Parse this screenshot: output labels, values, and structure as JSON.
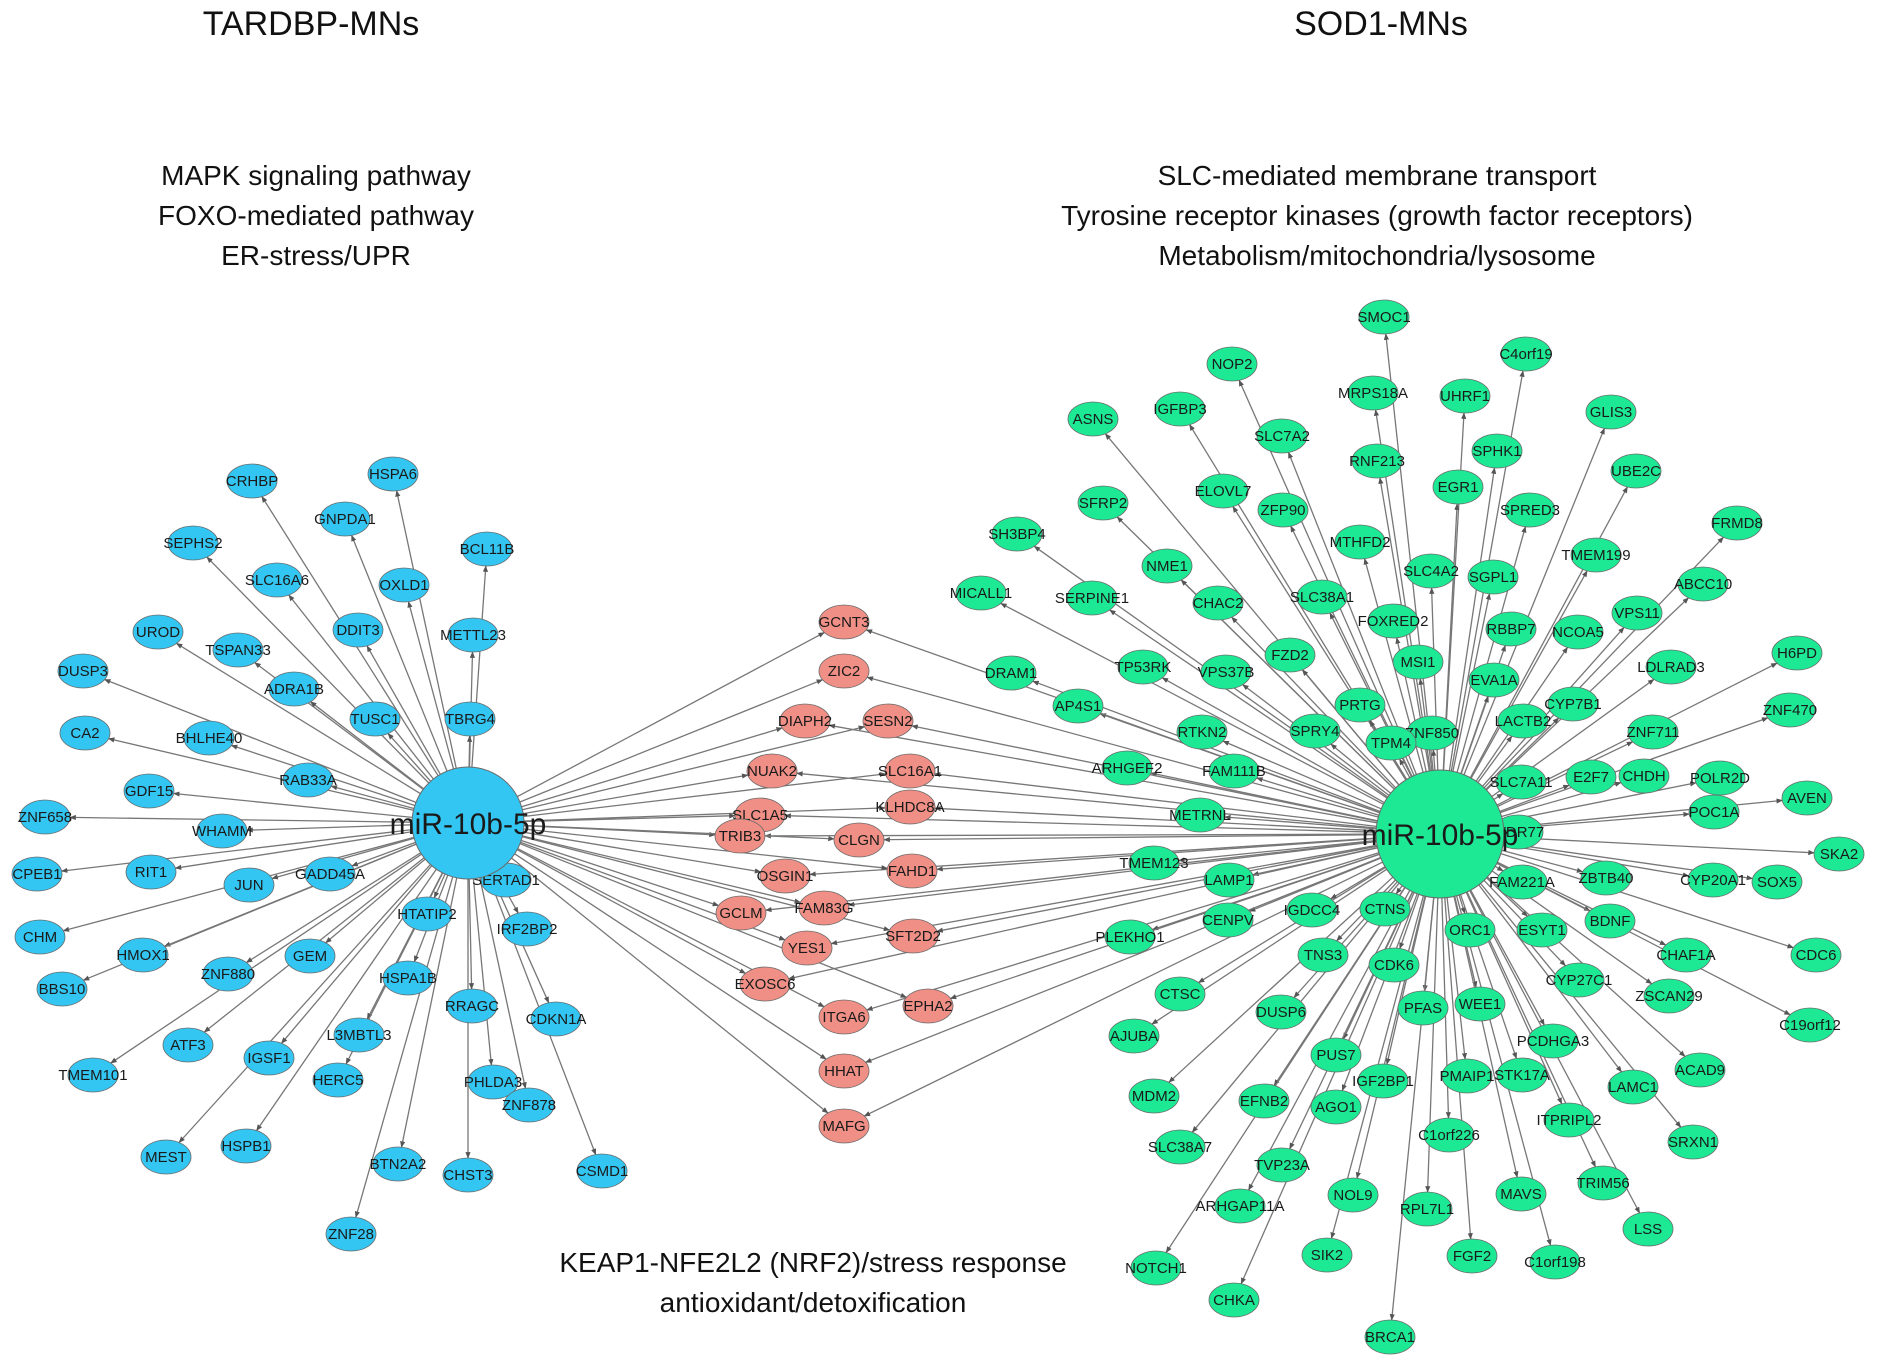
{
  "titles": {
    "left": "TARDBP-MNs",
    "right": "SOD1-MNs"
  },
  "pathways": {
    "left": [
      "MAPK signaling pathway",
      "FOXO-mediated pathway",
      "ER-stress/UPR"
    ],
    "right": [
      "SLC-mediated membrane transport",
      "Tyrosine receptor kinases (growth factor receptors)",
      "Metabolism/mitochondria/lysosome"
    ],
    "bottom": [
      "KEAP1-NFE2L2 (NRF2)/stress response",
      "antioxidant/detoxification"
    ]
  },
  "colors": {
    "tardbp_node": "#33c6f2",
    "sod1_node": "#1de995",
    "shared_node": "#ef8f86",
    "edge": "#777777"
  },
  "hubs": [
    {
      "id": "left",
      "label": "miR-10b-5p",
      "group": "tardbp"
    },
    {
      "id": "right",
      "label": "miR-10b-5p",
      "group": "sod1"
    }
  ],
  "nodes": {
    "tardbp": [
      "CRHBP",
      "HSPA6",
      "GNPDA1",
      "SEPHS2",
      "BCL11B",
      "SLC16A6",
      "OXLD1",
      "UROD",
      "TSPAN33",
      "DDIT3",
      "METTL23",
      "DUSP3",
      "ADRA1B",
      "TUSC1",
      "TBRG4",
      "BHLHE40",
      "CA2",
      "RAB33A",
      "GDF15",
      "ZNF658",
      "WHAMM",
      "CPEB1",
      "RIT1",
      "JUN",
      "GADD45A",
      "SERTAD1",
      "HTATIP2",
      "IRF2BP2",
      "CHM",
      "HMOX1",
      "GEM",
      "ZNF880",
      "HSPA1B",
      "RRAGC",
      "CDKN1A",
      "BBS10",
      "L3MBTL3",
      "ATF3",
      "IGSF1",
      "HERC5",
      "PHLDA3",
      "ZNF878",
      "TMEM101",
      "HSPB1",
      "MEST",
      "BTN2A2",
      "CHST3",
      "CSMD1",
      "ZNF28"
    ],
    "shared": [
      "GCNT3",
      "ZIC2",
      "DIAPH2",
      "SESN2",
      "NUAK2",
      "SLC16A1",
      "KLHDC8A",
      "SLC1A5",
      "TRIB3",
      "CLGN",
      "OSGIN1",
      "FAHD1",
      "GCLM",
      "FAM83G",
      "YES1",
      "SFT2D2",
      "EXOSC6",
      "ITGA6",
      "EPHA2",
      "HHAT",
      "MAFG"
    ],
    "sod1": [
      "SMOC1",
      "C4orf19",
      "NOP2",
      "MRPS18A",
      "UHRF1",
      "ASNS",
      "IGFBP3",
      "GLIS3",
      "SLC7A2",
      "RNF213",
      "SPHK1",
      "EGR1",
      "UBE2C",
      "ELOVL7",
      "SFRP2",
      "SPRED3",
      "ZFP90",
      "FRMD8",
      "MTHFD2",
      "SH3BP4",
      "TMEM199",
      "NME1",
      "SLC4A2",
      "SGPL1",
      "ABCC10",
      "CHAC2",
      "MICALL1",
      "SERPINE1",
      "SLC38A1",
      "FOXRED2",
      "VPS11",
      "RBBP7",
      "NCOA5",
      "H6PD",
      "FZD2",
      "MSI1",
      "DRAM1",
      "TP53RK",
      "VPS37B",
      "LDLRAD3",
      "EVA1A",
      "AP4S1",
      "CYP7B1",
      "PRTG",
      "SPRY4",
      "ZNF850",
      "LACTB2",
      "ZNF470",
      "RTKN2",
      "TPM4",
      "ZNF711",
      "FAM111B",
      "ARHGEF2",
      "SLC7A11",
      "E2F7",
      "CHDH",
      "POLR2D",
      "METRNL",
      "POC1A",
      "AVEN",
      "WDR77",
      "TMEM123",
      "SKA2",
      "LAMP1",
      "ZBTB40",
      "FAM221A",
      "CYP20A1",
      "SOX5",
      "IGDCC4",
      "CTNS",
      "CENPV",
      "ORC1",
      "ESYT1",
      "BDNF",
      "CDC6",
      "PLEKHO1",
      "TNS3",
      "CHAF1A",
      "CDK6",
      "CTSC",
      "CYP27C1",
      "ZSCAN29",
      "PFAS",
      "C19orf12",
      "WEE1",
      "DUSP6",
      "AJUBA",
      "PUS7",
      "PCDHGA3",
      "ACAD9",
      "STK17A",
      "PMAIP1",
      "MDM2",
      "IGF2BP1",
      "EFNB2",
      "LAMC1",
      "AGO1",
      "ITPRIPL2",
      "C1orf226",
      "SLC38A7",
      "TVP23A",
      "SRXN1",
      "TRIM56",
      "NOL9",
      "ARHGAP11A",
      "MAVS",
      "RPL7L1",
      "LSS",
      "NOTCH1",
      "SIK2",
      "FGF2",
      "C1orf198",
      "CHKA",
      "BRCA1"
    ]
  }
}
